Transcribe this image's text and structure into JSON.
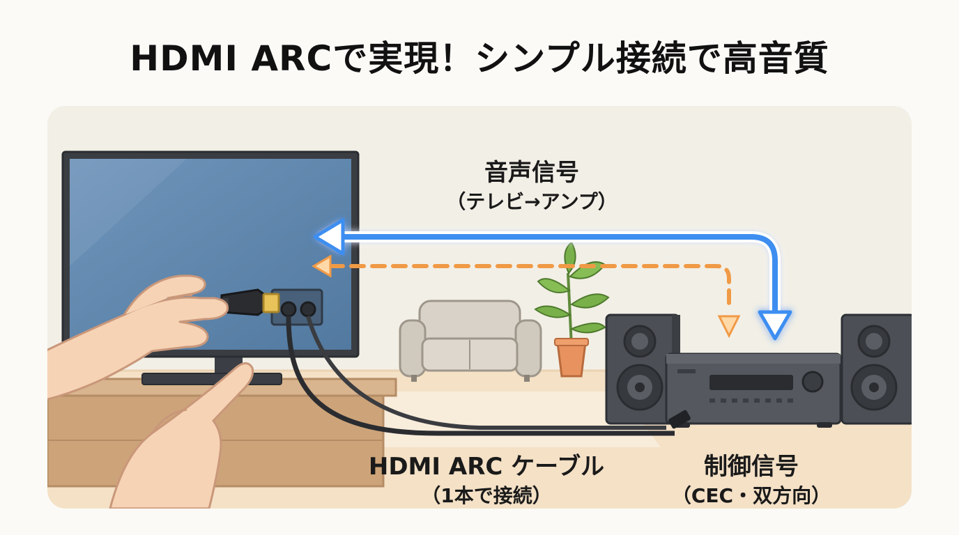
{
  "title": "HDMI ARCで実現！シンプル接続で高音質",
  "labels": {
    "audio_signal": "音声信号",
    "audio_direction": "（テレビ→アンプ）",
    "cable_name": "HDMI ARC ケーブル",
    "cable_note": "（1本で接続）",
    "control_signal": "制御信号",
    "control_detail": "（CEC・双方向）"
  },
  "colors": {
    "audio_arrow": "#3d8ef0",
    "control_arrow": "#f09a46",
    "tv_screen": "#5f86ad",
    "floor": "#f4e1c6"
  }
}
